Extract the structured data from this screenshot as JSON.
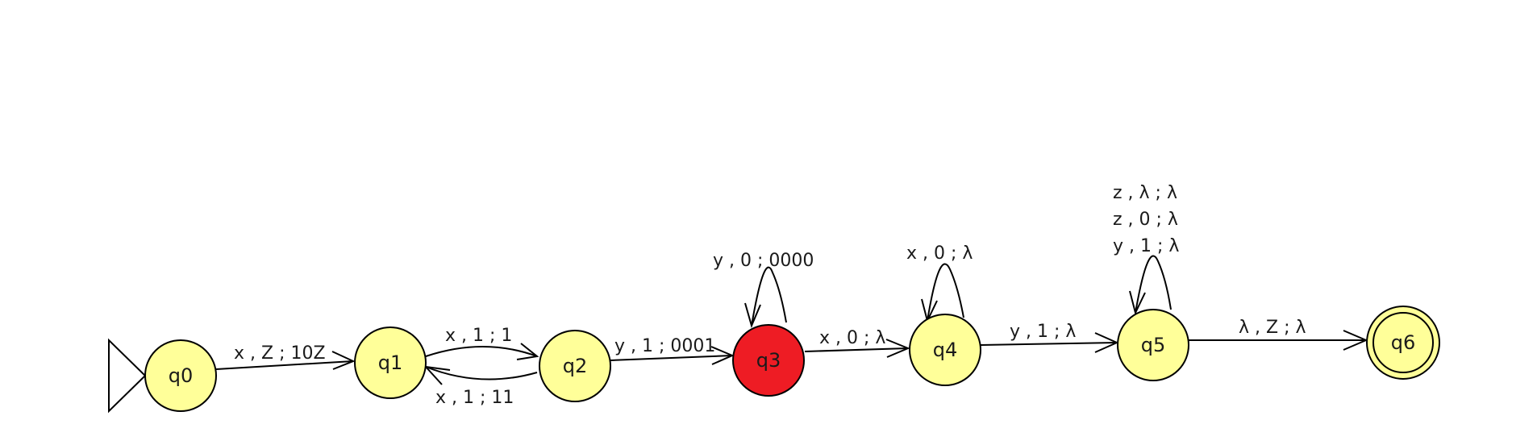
{
  "automaton": {
    "states": [
      {
        "id": "q0",
        "label": "q0",
        "initial": true,
        "final": false,
        "color": "#ffff99"
      },
      {
        "id": "q1",
        "label": "q1",
        "initial": false,
        "final": false,
        "color": "#ffff99"
      },
      {
        "id": "q2",
        "label": "q2",
        "initial": false,
        "final": false,
        "color": "#ffff99"
      },
      {
        "id": "q3",
        "label": "q3",
        "initial": false,
        "final": false,
        "color": "#ee1c24"
      },
      {
        "id": "q4",
        "label": "q4",
        "initial": false,
        "final": false,
        "color": "#ffff99"
      },
      {
        "id": "q5",
        "label": "q5",
        "initial": false,
        "final": false,
        "color": "#ffff99"
      },
      {
        "id": "q6",
        "label": "q6",
        "initial": false,
        "final": true,
        "color": "#ffff99"
      }
    ],
    "transitions": [
      {
        "from": "q0",
        "to": "q1",
        "labels": [
          "x , Z ; 10Z"
        ]
      },
      {
        "from": "q1",
        "to": "q2",
        "labels": [
          "x , 1 ; 1"
        ]
      },
      {
        "from": "q2",
        "to": "q1",
        "labels": [
          "x , 1 ; 11"
        ]
      },
      {
        "from": "q2",
        "to": "q3",
        "labels": [
          "y , 1 ; 0001"
        ]
      },
      {
        "from": "q3",
        "to": "q3",
        "labels": [
          "y , 0 ; 0000"
        ]
      },
      {
        "from": "q3",
        "to": "q4",
        "labels": [
          "x , 0 ; λ"
        ]
      },
      {
        "from": "q4",
        "to": "q4",
        "labels": [
          "x , 0 ; λ"
        ]
      },
      {
        "from": "q4",
        "to": "q5",
        "labels": [
          "y , 1 ; λ"
        ]
      },
      {
        "from": "q5",
        "to": "q5",
        "labels": [
          "z , λ ; λ",
          "z , 0 ; λ",
          "y , 1 ; λ"
        ]
      },
      {
        "from": "q5",
        "to": "q6",
        "labels": [
          "λ , Z ; λ"
        ]
      }
    ],
    "colors": {
      "state_fill": "#ffff99",
      "highlight_fill": "#ee1c24",
      "stroke": "#000000"
    }
  }
}
